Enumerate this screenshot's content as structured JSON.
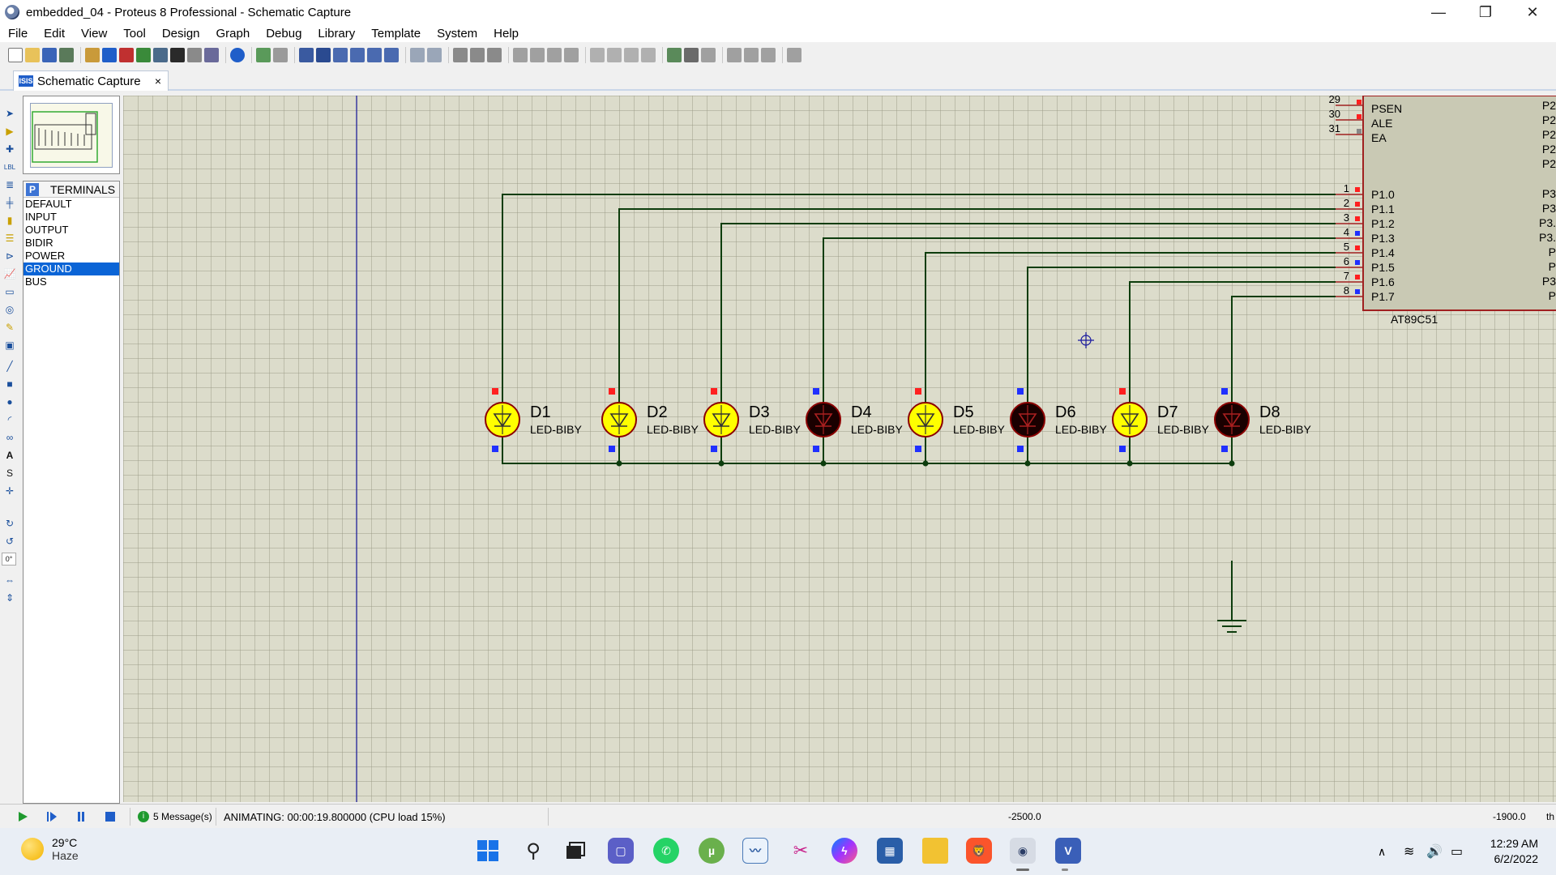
{
  "window": {
    "title": "embedded_04 - Proteus 8 Professional - Schematic Capture",
    "controls": [
      "—",
      "❐",
      "✕"
    ]
  },
  "menu": [
    "File",
    "Edit",
    "View",
    "Tool",
    "Design",
    "Graph",
    "Debug",
    "Library",
    "Template",
    "System",
    "Help"
  ],
  "tab": {
    "label": "Schematic Capture",
    "icon": "ISIS",
    "close": "×"
  },
  "terminals": {
    "header_button": "P",
    "header": "TERMINALS",
    "items": [
      "DEFAULT",
      "INPUT",
      "OUTPUT",
      "BIDIR",
      "POWER",
      "GROUND",
      "BUS"
    ],
    "selected": "GROUND"
  },
  "left_tools": {
    "rotation": "0°"
  },
  "schematic": {
    "mcu": {
      "name": "AT89C51",
      "pins_top": [
        {
          "num": "29",
          "name": "PSEN"
        },
        {
          "num": "30",
          "name": "ALE"
        },
        {
          "num": "31",
          "name": "EA"
        }
      ],
      "port1": [
        {
          "num": "1",
          "name": "P1.0",
          "state": "high"
        },
        {
          "num": "2",
          "name": "P1.1",
          "state": "high"
        },
        {
          "num": "3",
          "name": "P1.2",
          "state": "high"
        },
        {
          "num": "4",
          "name": "P1.3",
          "state": "low"
        },
        {
          "num": "5",
          "name": "P1.4",
          "state": "high"
        },
        {
          "num": "6",
          "name": "P1.5",
          "state": "low"
        },
        {
          "num": "7",
          "name": "P1.6",
          "state": "high"
        },
        {
          "num": "8",
          "name": "P1.7",
          "state": "low"
        }
      ],
      "right_labels": [
        "P2",
        "P2",
        "P2",
        "P2",
        "P2",
        "",
        "P3",
        "P3",
        "P3.",
        "P3.",
        "P",
        "P",
        "P3",
        "P"
      ]
    },
    "leds": [
      {
        "ref": "D1",
        "part": "LED-BIBY",
        "lit": true
      },
      {
        "ref": "D2",
        "part": "LED-BIBY",
        "lit": true
      },
      {
        "ref": "D3",
        "part": "LED-BIBY",
        "lit": true
      },
      {
        "ref": "D4",
        "part": "LED-BIBY",
        "lit": false
      },
      {
        "ref": "D5",
        "part": "LED-BIBY",
        "lit": true
      },
      {
        "ref": "D6",
        "part": "LED-BIBY",
        "lit": false
      },
      {
        "ref": "D7",
        "part": "LED-BIBY",
        "lit": true
      },
      {
        "ref": "D8",
        "part": "LED-BIBY",
        "lit": false
      }
    ],
    "colors": {
      "background": "#dcdccb",
      "wire": "#0d3d0d",
      "led_on": "#ffff00",
      "led_off": "#1a0000",
      "led_outline": "#8b0000",
      "mcu_body": "#c9c9b4",
      "mcu_border": "#a02020",
      "pin_high": "#ff2020",
      "pin_low": "#2030ff",
      "margin_line": "#1a1aa0"
    }
  },
  "status": {
    "messages": "5 Message(s)",
    "animating": "ANIMATING: 00:00:19.800000 (CPU load 15%)",
    "coord_x": "-2500.0",
    "coord_y": "-1900.0",
    "units": "th"
  },
  "taskbar": {
    "temperature": "29°C",
    "condition": "Haze",
    "time": "12:29 AM",
    "date": "6/2/2022",
    "apps": [
      "windows-start",
      "search",
      "task-view",
      "teams-chat",
      "whatsapp",
      "utorrent",
      "monitor-app",
      "snipping-tool",
      "messenger",
      "microsoft-store",
      "file-explorer",
      "brave",
      "proteus",
      "vivado"
    ]
  }
}
